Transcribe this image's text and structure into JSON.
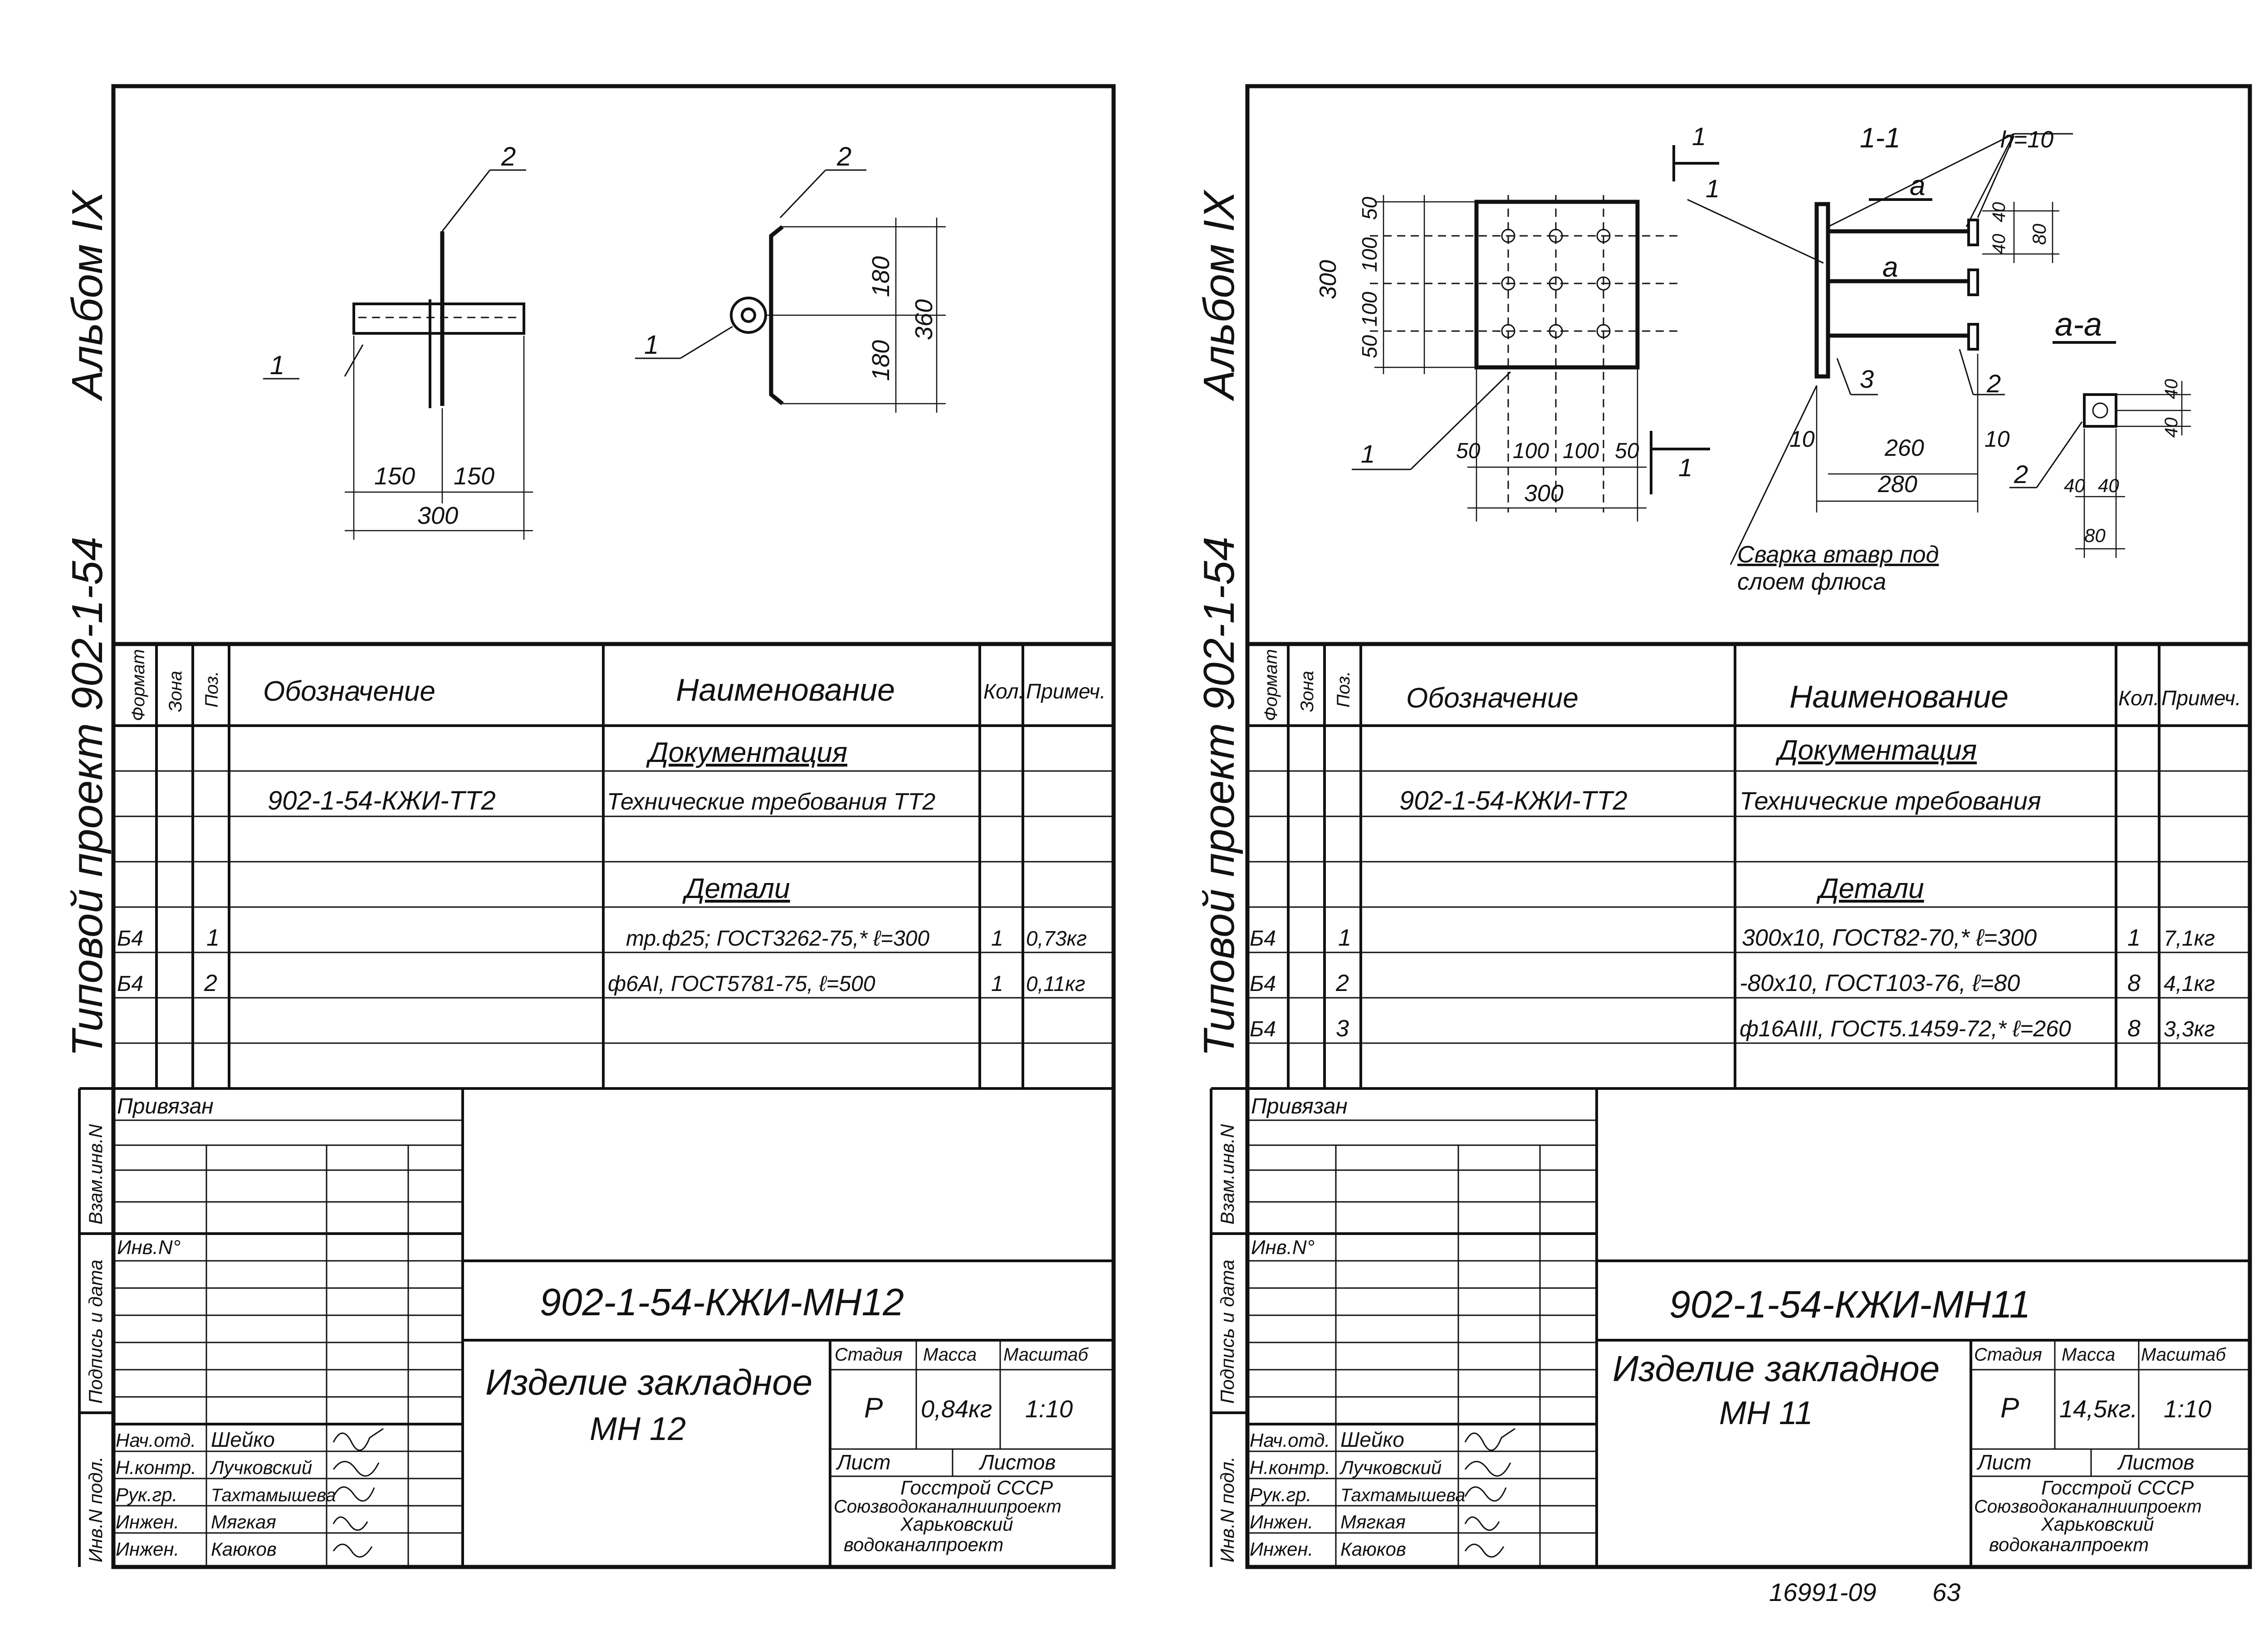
{
  "left_sheet": {
    "album_label": "Альбом IX",
    "project_label": "Типовой проект 902-1-54",
    "drawing": {
      "leader_1": "1",
      "leader_2": "2",
      "leader_1b": "1",
      "leader_2b": "2",
      "dim_150a": "150",
      "dim_150b": "150",
      "dim_300": "300",
      "dim_180a": "180",
      "dim_180b": "180",
      "dim_360": "360"
    },
    "spec_headers": {
      "format": "Формат",
      "zone": "Зона",
      "pos": "Поз.",
      "designation": "Обозначение",
      "name": "Наименование",
      "qty": "Кол.",
      "note": "Примеч."
    },
    "section_docs": "Документация",
    "section_parts": "Детали",
    "doc_row": {
      "designation": "902-1-54-КЖИ-ТТ2",
      "name": "Технические требования ТТ2"
    },
    "parts": [
      {
        "format": "Б4",
        "pos": "1",
        "name": "тр.ф25; ГОСТ3262-75,* ℓ=300",
        "qty": "1",
        "note": "0,73кг"
      },
      {
        "format": "Б4",
        "pos": "2",
        "name": "ф6АI, ГОСТ5781-75, ℓ=500",
        "qty": "1",
        "note": "0,11кг"
      }
    ],
    "side_labels": {
      "inv": "Инв.N подл.",
      "sign": "Подпись и дата",
      "vzam": "Взам.инв.N"
    },
    "privyazan": "Привязан",
    "inv_no": "Инв.N°",
    "code": "902-1-54-КЖИ-МН12",
    "title": "Изделие закладное",
    "title_mark": "МН 12",
    "stage_head": "Стадия",
    "mass_head": "Масса",
    "scale_head": "Масштаб",
    "stage": "Р",
    "mass": "0,84кг",
    "scale": "1:10",
    "sheet_label": "Лист",
    "sheets_label": "Листов",
    "org": [
      "Госстрой СССР",
      "Союзводоканалниипроект",
      "Харьковский",
      "водоканалпроект"
    ],
    "signers": [
      {
        "role": "Нач.отд.",
        "name": "Шейко"
      },
      {
        "role": "Н.контр.",
        "name": "Лучковский"
      },
      {
        "role": "Рук.гр.",
        "name": "Тахтамышева"
      },
      {
        "role": "Инжен.",
        "name": "Мягкая"
      },
      {
        "role": "Инжен.",
        "name": "Каюков"
      }
    ]
  },
  "right_sheet": {
    "album_label": "Альбом IX",
    "project_label": "Типовой проект 902-1-54",
    "drawing": {
      "section_1_1": "1-1",
      "section_a_a": "а-а",
      "h_label": "h=10",
      "a_upper": "а",
      "a_lower": "а",
      "cut_1a": "1",
      "cut_1b": "1",
      "lead_1a": "1",
      "lead_1b": "1",
      "lead_2a": "2",
      "lead_2b": "2",
      "lead_3": "3",
      "d300v": "300",
      "d50a": "50",
      "d100a": "100",
      "d50b": "50",
      "d100b": "100",
      "d50c": "50",
      "d100c": "100",
      "d100d": "100",
      "d50d": "50",
      "d300h": "300",
      "d10a": "10",
      "d260": "260",
      "d10b": "10",
      "d280": "280",
      "d40a": "40",
      "d40b": "40",
      "d80a": "80",
      "d40c": "40",
      "d40d": "40",
      "d40e": "40",
      "d40f": "40",
      "d80b": "80",
      "weld_note_1": "Сварка втавр под",
      "weld_note_2": "слоем флюса"
    },
    "spec_headers": {
      "format": "Формат",
      "zone": "Зона",
      "pos": "Поз.",
      "designation": "Обозначение",
      "name": "Наименование",
      "qty": "Кол.",
      "note": "Примеч."
    },
    "section_docs": "Документация",
    "section_parts": "Детали",
    "doc_row": {
      "designation": "902-1-54-КЖИ-ТТ2",
      "name": "Технические требования"
    },
    "parts": [
      {
        "format": "Б4",
        "pos": "1",
        "name": "300х10, ГОСТ82-70,* ℓ=300",
        "qty": "1",
        "note": "7,1кг"
      },
      {
        "format": "Б4",
        "pos": "2",
        "name": "-80х10, ГОСТ103-76, ℓ=80",
        "qty": "8",
        "note": "4,1кг"
      },
      {
        "format": "Б4",
        "pos": "3",
        "name": "ф16АIII, ГОСТ5.1459-72,* ℓ=260",
        "qty": "8",
        "note": "3,3кг"
      }
    ],
    "side_labels": {
      "inv": "Инв.N подл.",
      "sign": "Подпись и дата",
      "vzam": "Взам.инв.N"
    },
    "privyazan": "Привязан",
    "inv_no": "Инв.N°",
    "code": "902-1-54-КЖИ-МН11",
    "title": "Изделие закладное",
    "title_mark": "МН 11",
    "stage_head": "Стадия",
    "mass_head": "Масса",
    "scale_head": "Масштаб",
    "stage": "Р",
    "mass": "14,5кг.",
    "scale": "1:10",
    "sheet_label": "Лист",
    "sheets_label": "Листов",
    "org": [
      "Госстрой СССР",
      "Союзводоканалниипроект",
      "Харьковский",
      "водоканалпроект"
    ],
    "signers": [
      {
        "role": "Нач.отд.",
        "name": "Шейко"
      },
      {
        "role": "Н.контр.",
        "name": "Лучковский"
      },
      {
        "role": "Рук.гр.",
        "name": "Тахтамышева"
      },
      {
        "role": "Инжен.",
        "name": "Мягкая"
      },
      {
        "role": "Инжен.",
        "name": "Каюков"
      }
    ]
  },
  "footer_stamp": {
    "archive": "16991-09",
    "page": "63"
  }
}
